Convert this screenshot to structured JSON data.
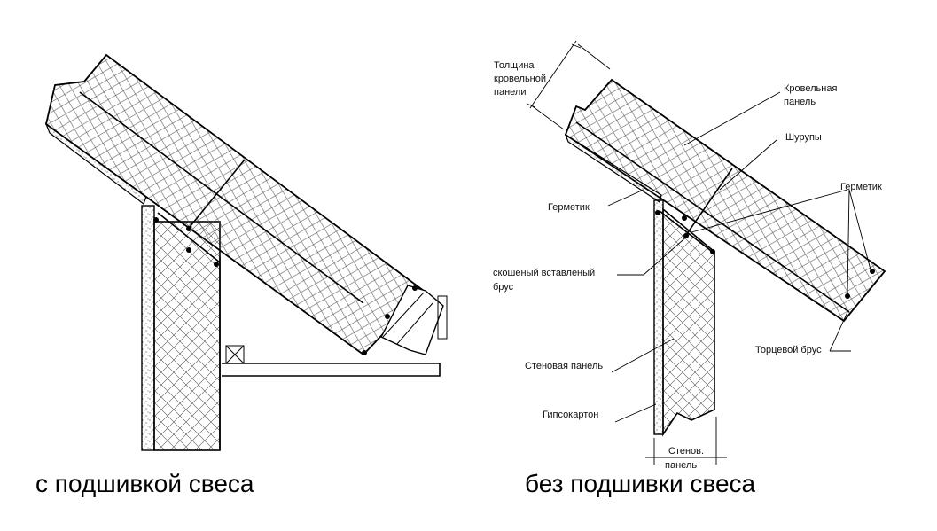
{
  "left": {
    "caption": "с подшивкой свеса"
  },
  "right": {
    "caption": "без подшивки свеса",
    "labels": {
      "thickness_1": "Толщина",
      "thickness_2": "кровельной",
      "thickness_3": "панели",
      "roof_panel_1": "Кровельная",
      "roof_panel_2": "панель",
      "screws": "Шурупы",
      "sealant_right": "Герметик",
      "sealant_left": "Герметик",
      "bevel_1": "скошеный вставленый",
      "bevel_2": "брус",
      "wall_panel": "Стеновая панель",
      "drywall": "Гипсокартон",
      "end_beam": "Торцевой брус",
      "wall_dim_1": "Стенов.",
      "wall_dim_2": "панель"
    }
  }
}
